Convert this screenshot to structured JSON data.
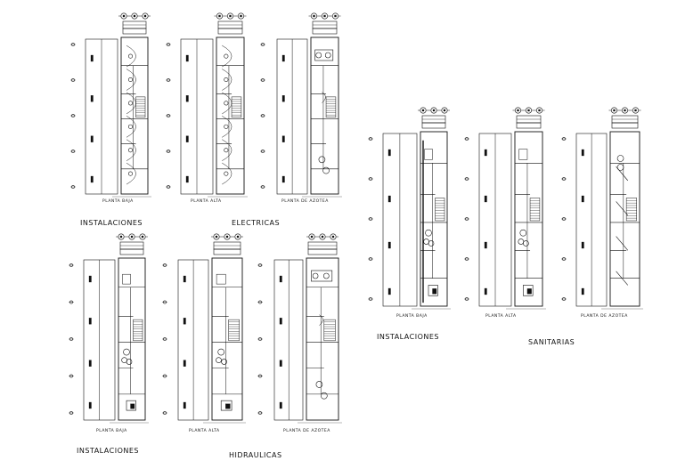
{
  "groups": [
    {
      "id": "electricas",
      "caption_left": "INSTALACIONES",
      "caption_right": "ELECTRICAS",
      "plans": [
        {
          "label": "PLANTA BAJA"
        },
        {
          "label": "PLANTA ALTA"
        },
        {
          "label": "PLANTA DE AZOTEA"
        }
      ]
    },
    {
      "id": "sanitarias",
      "caption_left": "INSTALACIONES",
      "caption_right": "SANITARIAS",
      "plans": [
        {
          "label": "PLANTA BAJA"
        },
        {
          "label": "PLANTA ALTA"
        },
        {
          "label": "PLANTA DE AZOTEA"
        }
      ]
    },
    {
      "id": "hidraulicas",
      "caption_left": "INSTALACIONES",
      "caption_right": "HIDRAULICAS",
      "plans": [
        {
          "label": "PLANTA BAJA"
        },
        {
          "label": "PLANTA ALTA"
        },
        {
          "label": "PLANTA DE AZOTEA"
        }
      ]
    }
  ],
  "colors": {
    "line": "#111111",
    "background": "#ffffff"
  }
}
